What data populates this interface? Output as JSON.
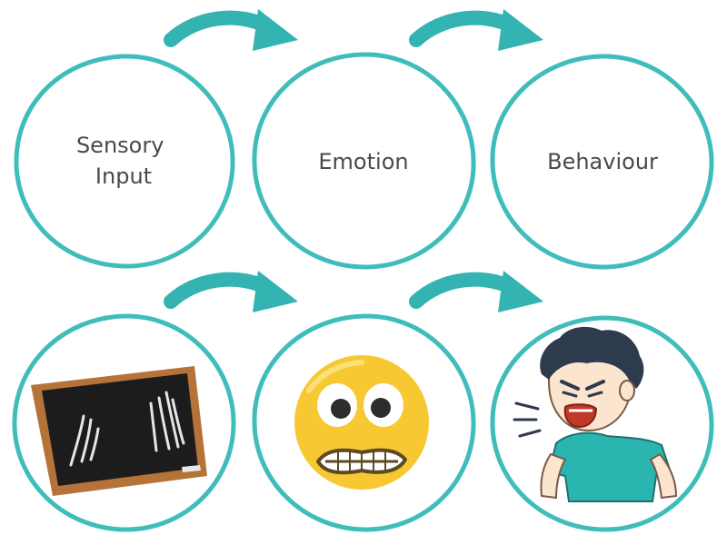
{
  "colors": {
    "circle_stroke": "#3fbdbb",
    "arrow": "#34b3b3",
    "label_text": "#4a4a4a",
    "board_frame": "#b5733a",
    "board_surface": "#1c1c1c",
    "emoji_face": "#f7c832",
    "shirt": "#2bb5b0",
    "hair": "#2e3a4d",
    "skin": "#fbe5cf"
  },
  "nodes": [
    {
      "id": "sensory-input",
      "label_lines": [
        "Sensory",
        "Input"
      ]
    },
    {
      "id": "emotion",
      "label_lines": [
        "Emotion"
      ]
    },
    {
      "id": "behaviour",
      "label_lines": [
        "Behaviour"
      ]
    }
  ],
  "illustrations": [
    {
      "id": "chalkboard",
      "icon": "chalkboard-scratch-icon"
    },
    {
      "id": "emoji",
      "icon": "grimacing-face-icon"
    },
    {
      "id": "angry-boy",
      "icon": "shouting-boy-icon"
    }
  ],
  "arrows": [
    {
      "from": "sensory-input",
      "to": "emotion",
      "icon": "curved-arrow-icon"
    },
    {
      "from": "emotion",
      "to": "behaviour",
      "icon": "curved-arrow-icon"
    }
  ]
}
